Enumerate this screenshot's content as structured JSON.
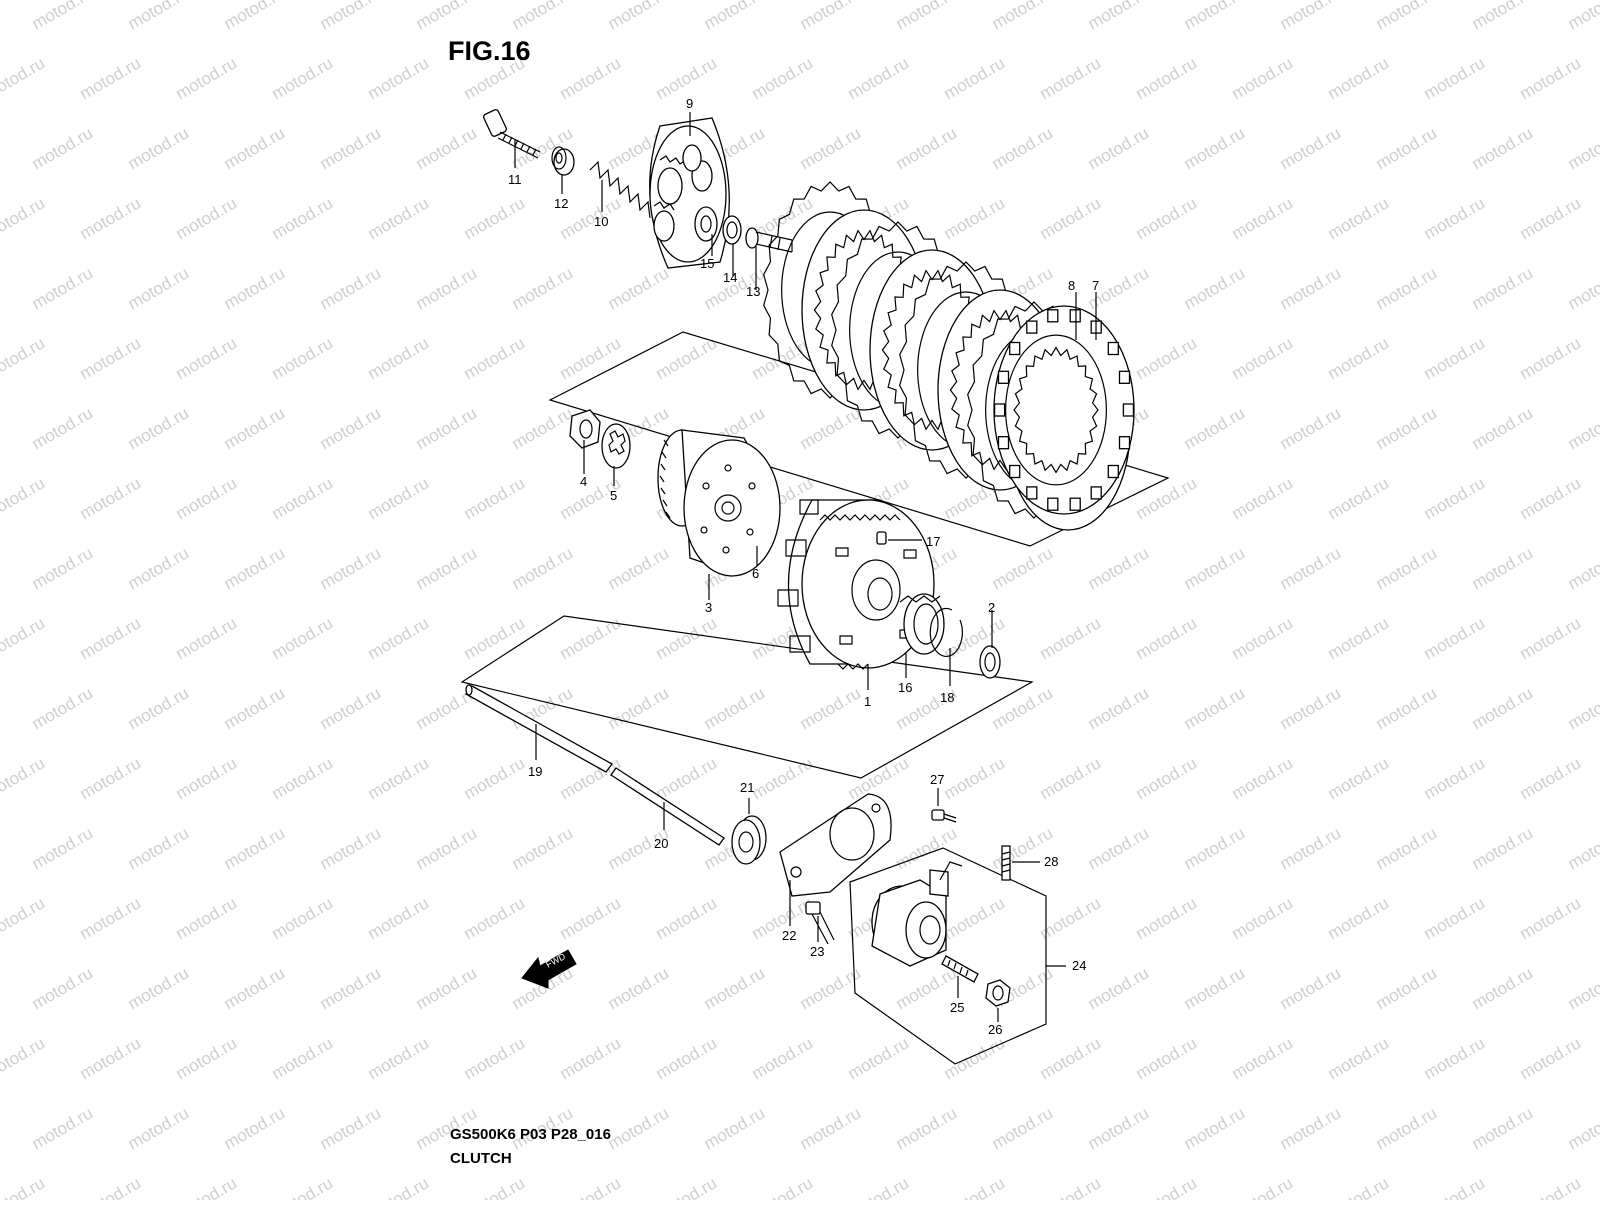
{
  "figure": {
    "title": "FIG.16",
    "code": "GS500K6 P03 P28_016",
    "name": "CLUTCH",
    "watermark": "motod.ru",
    "fwd_label": "FWD"
  },
  "callouts": {
    "c1": "1",
    "c2": "2",
    "c3": "3",
    "c4": "4",
    "c5": "5",
    "c6": "6",
    "c7": "7",
    "c8": "8",
    "c9": "9",
    "c10": "10",
    "c11": "11",
    "c12": "12",
    "c13": "13",
    "c14": "14",
    "c15": "15",
    "c16": "16",
    "c17": "17",
    "c18": "18",
    "c19": "19",
    "c20": "20",
    "c21": "21",
    "c22": "22",
    "c23": "23",
    "c24": "24",
    "c25": "25",
    "c26": "26",
    "c27": "27",
    "c28": "28"
  },
  "colors": {
    "line": "#000000",
    "watermark": "#cfcfcf",
    "background": "#ffffff"
  }
}
